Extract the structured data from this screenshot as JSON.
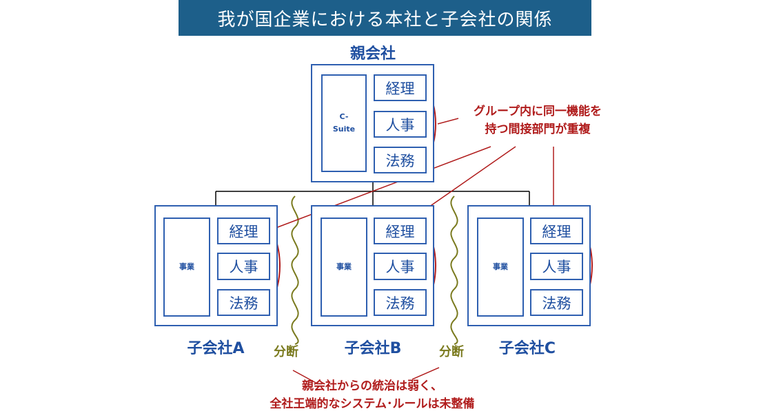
{
  "title": "我が国企業における本社と子会社の関係",
  "parent": {
    "label": "親会社",
    "exec": "C-Suite",
    "depts": [
      "経理",
      "人事",
      "法務"
    ]
  },
  "subsidiaries": [
    {
      "label": "子会社A",
      "unit": "事業",
      "depts": [
        "経理",
        "人事",
        "法務"
      ]
    },
    {
      "label": "子会社B",
      "unit": "事業",
      "depts": [
        "経理",
        "人事",
        "法務"
      ]
    },
    {
      "label": "子会社C",
      "unit": "事業",
      "depts": [
        "経理",
        "人事",
        "法務"
      ]
    }
  ],
  "callout_top": [
    "グループ内に同一機能を",
    "持つ間接部門が重複"
  ],
  "split_label": "分断",
  "callout_bottom": [
    "親会社からの統治は弱く、",
    "全社王端的なシステム･ルールは未整備"
  ],
  "colors": {
    "banner": "#1d5f8a",
    "box": "#2e5fb0",
    "highlight": "#b01c1c",
    "split": "#7a7a1e"
  }
}
